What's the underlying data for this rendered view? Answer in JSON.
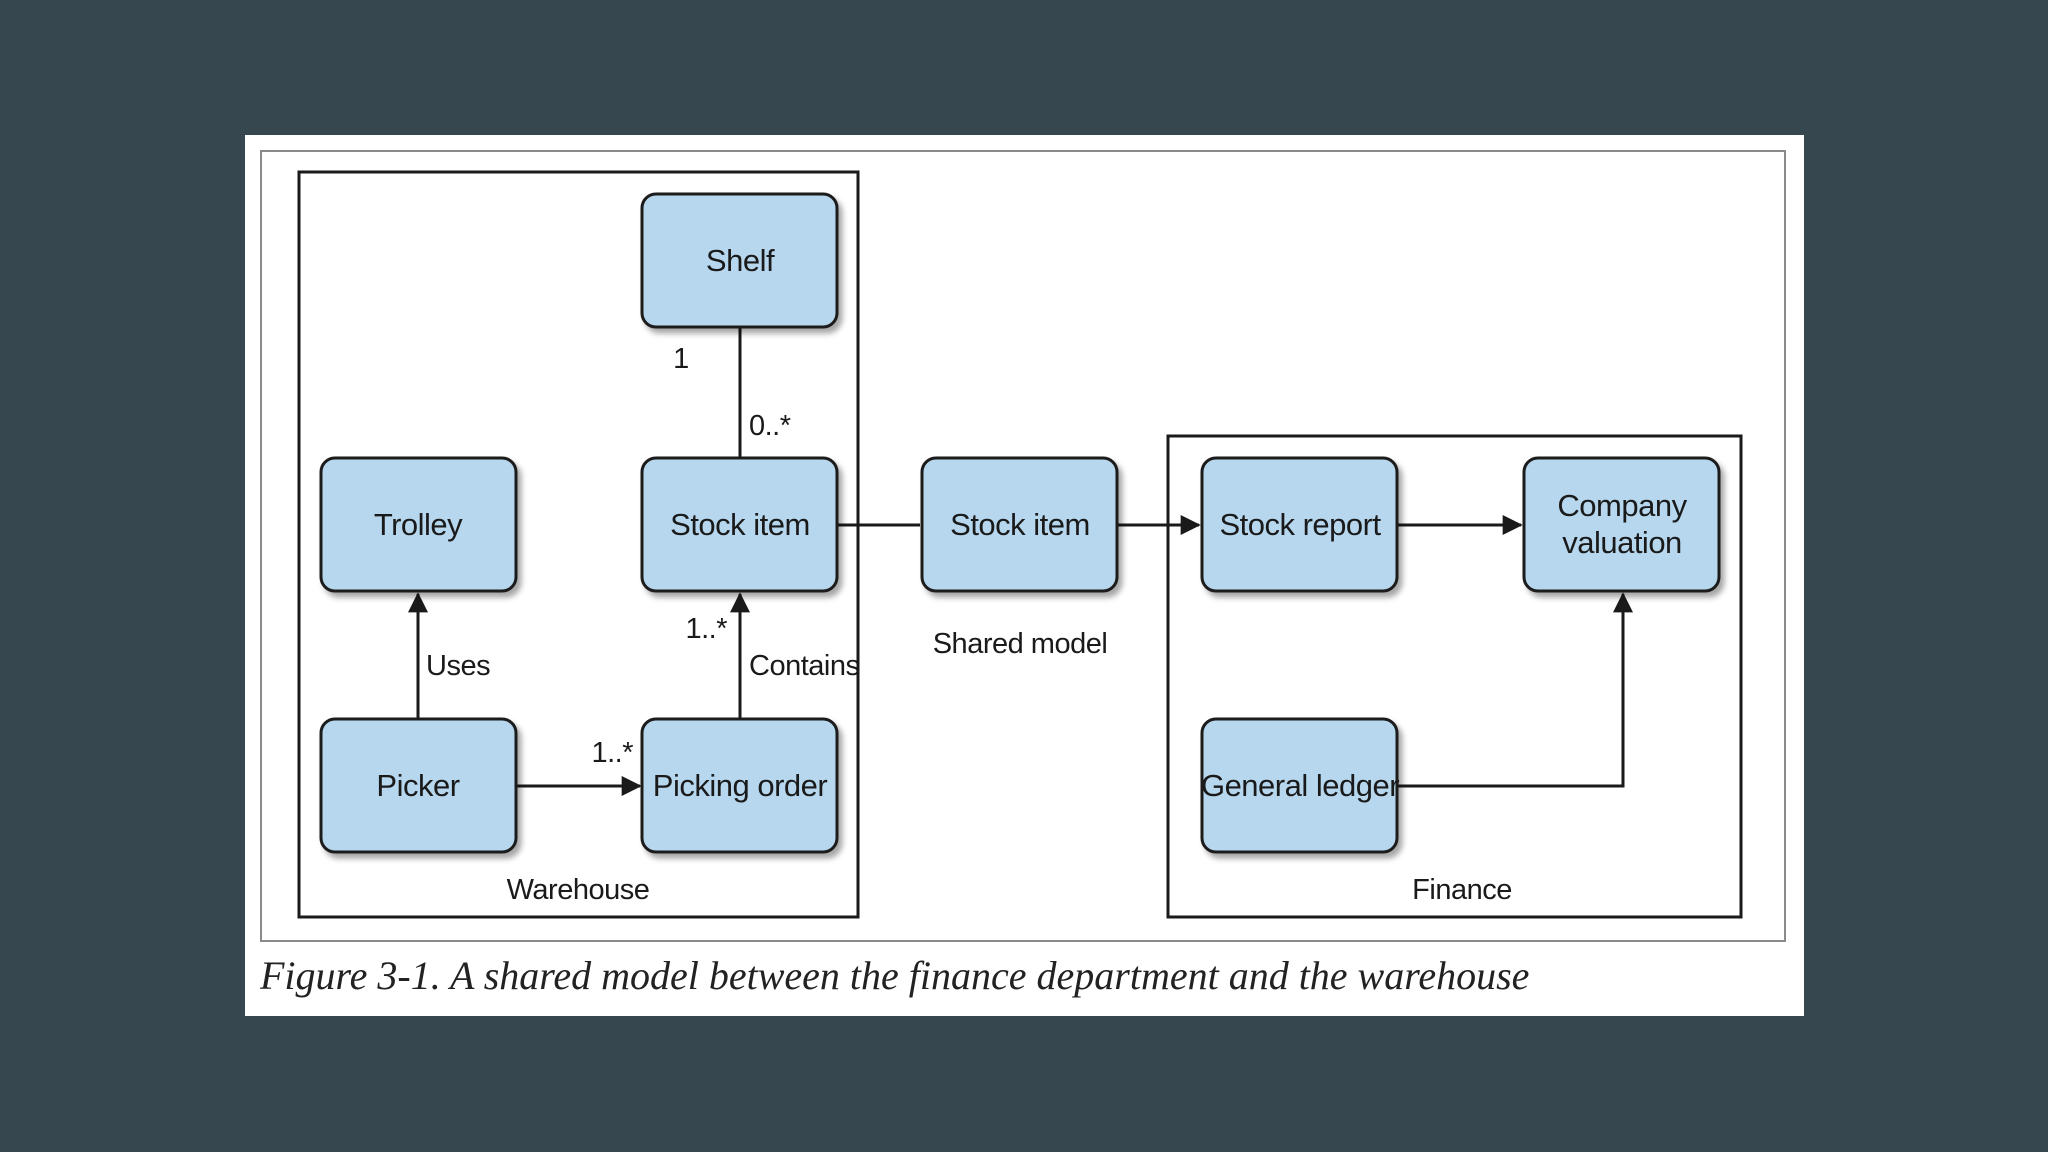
{
  "diagram": {
    "groups": {
      "warehouse": "Warehouse",
      "shared": "Shared model",
      "finance": "Finance"
    },
    "nodes": {
      "shelf": "Shelf",
      "trolley": "Trolley",
      "stock_item_warehouse": "Stock item",
      "stock_item_shared": "Stock item",
      "stock_report": "Stock report",
      "company_valuation_line1": "Company",
      "company_valuation_line2": "valuation",
      "picker": "Picker",
      "picking_order": "Picking order",
      "general_ledger": "General ledger"
    },
    "edge_labels": {
      "shelf_multiplicity": "1",
      "stock_item_multiplicity": "0..*",
      "uses": "Uses",
      "contains": "Contains",
      "contains_multiplicity": "1..*",
      "picks_multiplicity": "1..*"
    },
    "colors": {
      "node_fill": "#b6d7ee",
      "node_stroke": "#1a1a1a",
      "line": "#1a1a1a"
    }
  },
  "caption": "Figure 3-1. A shared model between the finance department and the warehouse"
}
